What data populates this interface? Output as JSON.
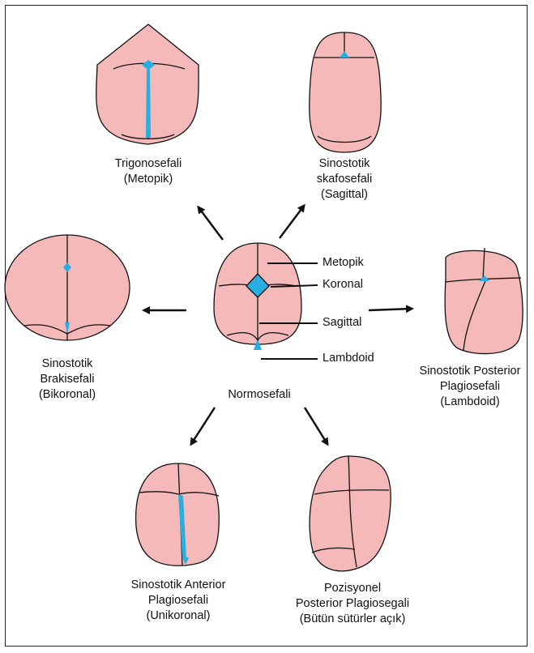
{
  "colors": {
    "skull": "#f6b9b9",
    "fontanelle": "#29aee0",
    "outline": "#111111"
  },
  "center": {
    "title": "Normosefali",
    "sutures": [
      "Metopik",
      "Koronal",
      "Sagittal",
      "Lambdoid"
    ]
  },
  "types": [
    {
      "id": "trigonocephaly",
      "lines": [
        "Trigonosefali",
        "(Metopik)"
      ]
    },
    {
      "id": "scaphocephaly",
      "lines": [
        "Sinostotik",
        "skafosefali",
        "(Sagittal)"
      ]
    },
    {
      "id": "brachycephaly",
      "lines": [
        "Sinostotik",
        "Brakisefali",
        "(Bikoronal)"
      ]
    },
    {
      "id": "posterior-plagiocephaly",
      "lines": [
        "Sinostotik Posterior",
        "Plagiosefali",
        "(Lambdoid)"
      ]
    },
    {
      "id": "anterior-plagiocephaly",
      "lines": [
        "Sinostotik Anterior",
        "Plagiosefali",
        "(Unikoronal)"
      ]
    },
    {
      "id": "positional-plagiocephaly",
      "lines": [
        "Pozisyonel",
        "Posterior Plagiosegali",
        "(Bütün sütürler açık)"
      ]
    }
  ]
}
